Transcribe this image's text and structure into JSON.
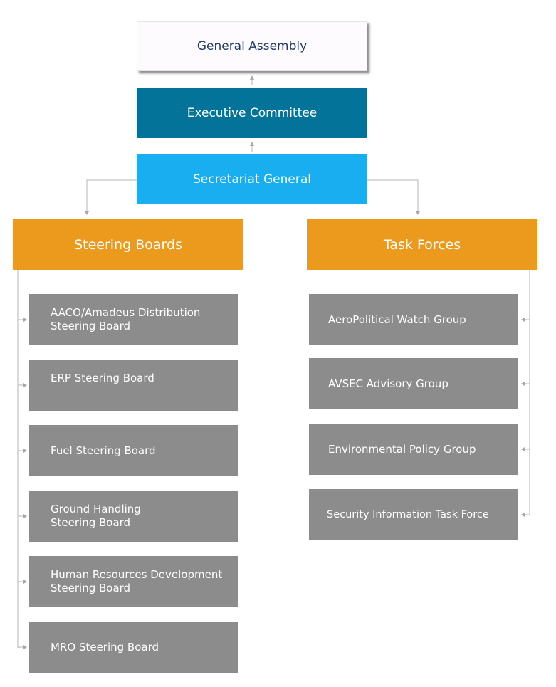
{
  "general_assembly": "General Assembly",
  "executive_committee": "Executive Committee",
  "secretariat_general": "Secretariat General",
  "steering_boards": {
    "title": "Steering Boards",
    "items": [
      {
        "line1": "AACO/Amadeus Distribution",
        "line2": "Steering Board"
      },
      {
        "line1": "ERP Steering Board",
        "line2": ""
      },
      {
        "line1": "Fuel Steering Board",
        "line2": ""
      },
      {
        "line1": "Ground Handling",
        "line2": "Steering Board"
      },
      {
        "line1": "Human Resources Development",
        "line2": "Steering Board"
      },
      {
        "line1": "MRO Steering Board",
        "line2": ""
      }
    ]
  },
  "task_forces": {
    "title": "Task Forces",
    "items": [
      {
        "line1": "AeroPolitical Watch Group"
      },
      {
        "line1": "AVSEC Advisory Group"
      },
      {
        "line1": "Environmental Policy Group"
      },
      {
        "line1": "Security Information Task Force"
      }
    ]
  },
  "colors": {
    "general_assembly_bg": "#fdfbfd",
    "general_assembly_text": "#1f3864",
    "executive_committee": "#04739a",
    "secretariat_general": "#19aef0",
    "category": "#eb9a1e",
    "item": "#8c8c8c",
    "connector": "#b0b0b0"
  }
}
